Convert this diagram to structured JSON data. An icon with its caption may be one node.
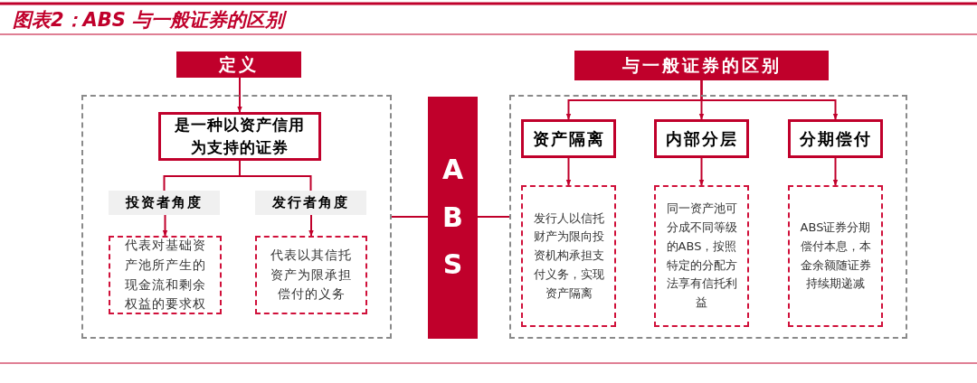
{
  "diagram": {
    "title": "图表2：ABS 与一般证券的区别",
    "nodes": [
      {
        "text": [
          "定义"
        ]
      },
      {
        "text": [],
        "shape": "box"
      },
      {
        "text": [
          "是一种以资产信用为支持的证券"
        ],
        "in": 1
      },
      {
        "text": [
          "投资者角度"
        ],
        "in": 1
      },
      {
        "text": [
          "发行者角度"
        ],
        "in": 1
      },
      {
        "text": [
          "代表对基础资产池所产生的现金流和剩余权益的要求权"
        ],
        "in": 1
      },
      {
        "text": [
          "代表以其信托资产为限承担偿付的义务"
        ],
        "in": 1
      },
      {
        "text": [
          "ABS"
        ]
      },
      {
        "text": [
          "与一般证券的区别"
        ]
      },
      {
        "text": [],
        "shape": "box"
      },
      {
        "text": [
          "资产隔离"
        ],
        "in": 9
      },
      {
        "text": [
          "内部分层"
        ],
        "in": 9
      },
      {
        "text": [
          "分期偿付"
        ],
        "in": 9
      },
      {
        "text": [
          "发行人以信托财产为限向投资机构承担支付义务，实现资产隔离"
        ],
        "in": 9
      },
      {
        "text": [
          "同一资产池可分成不同等级的ABS，按照特定的分配方法享有信托利益"
        ],
        "in": 9
      },
      {
        "text": [
          "ABS证券分期偿付本息，本金余额随证券持续期递减"
        ],
        "in": 9
      }
    ],
    "edges": [
      {
        "from": 0,
        "to": 2,
        "arrow": "to"
      },
      {
        "from": 2,
        "to": 3,
        "arrow": "none"
      },
      {
        "from": 2,
        "to": 4,
        "arrow": "none"
      },
      {
        "from": 3,
        "to": 5,
        "arrow": "to"
      },
      {
        "from": 4,
        "to": 6,
        "arrow": "to"
      },
      {
        "from": 1,
        "to": 7,
        "arrow": "none"
      },
      {
        "from": 7,
        "to": 9,
        "arrow": "none"
      },
      {
        "from": 8,
        "to": 10,
        "arrow": "to"
      },
      {
        "from": 8,
        "to": 11,
        "arrow": "to"
      },
      {
        "from": 8,
        "to": 12,
        "arrow": "to"
      },
      {
        "from": 10,
        "to": 13,
        "arrow": "to"
      },
      {
        "from": 11,
        "to": 14,
        "arrow": "to"
      },
      {
        "from": 12,
        "to": 15,
        "arrow": "to"
      }
    ]
  }
}
